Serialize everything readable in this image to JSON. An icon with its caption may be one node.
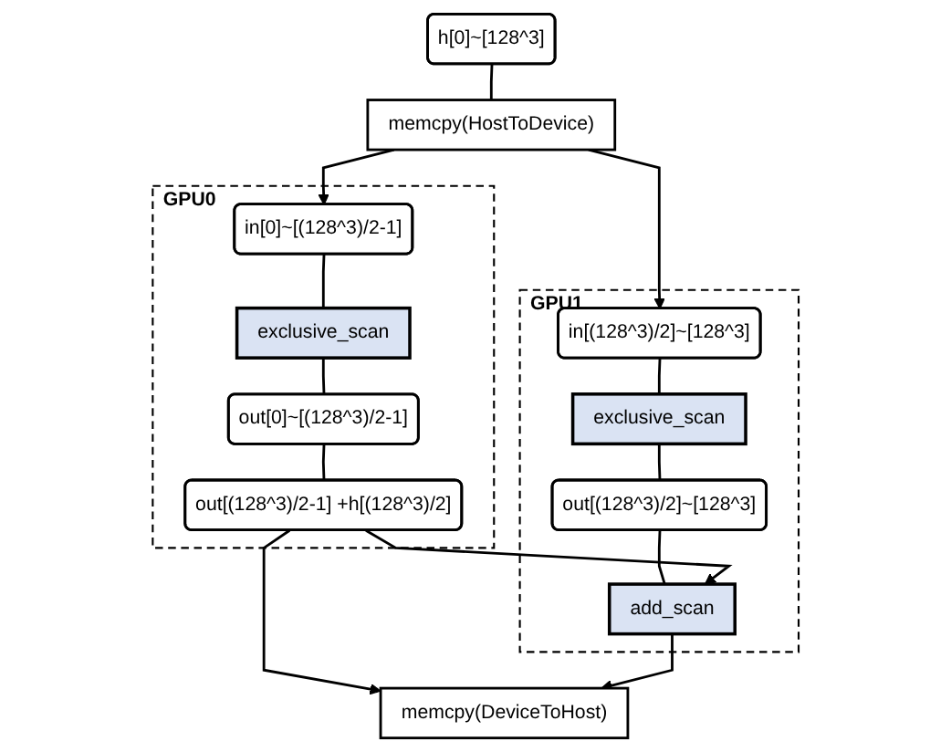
{
  "diagram": {
    "nodes": [
      {
        "text": [
          "h[0]~[128^3]"
        ]
      },
      {
        "text": [
          "memcpy(HostToDevice)"
        ]
      },
      {
        "text": [
          "GPU0"
        ]
      },
      {
        "text": [
          "in[0]~[(128^3)/2-1]"
        ],
        "in": 2
      },
      {
        "text": [
          "exclusive_scan"
        ],
        "in": 2
      },
      {
        "text": [
          "out[0]~[(128^3)/2-1]"
        ],
        "in": 2
      },
      {
        "text": [
          "out[(128^3)/2-1] +h[(128^3)/2]"
        ],
        "in": 2
      },
      {
        "text": [
          "GPU1"
        ]
      },
      {
        "text": [
          "in[(128^3)/2]~[128^3]"
        ],
        "in": 7
      },
      {
        "text": [
          "exclusive_scan"
        ],
        "in": 7
      },
      {
        "text": [
          "out[(128^3)/2]~[128^3]"
        ],
        "in": 7
      },
      {
        "text": [
          "add_scan"
        ],
        "in": 7
      },
      {
        "text": [
          "memcpy(DeviceToHost)"
        ]
      }
    ],
    "edges": [
      {
        "from": 0,
        "to": 1,
        "arrow": "none"
      },
      {
        "from": 1,
        "to": 3,
        "arrow": "to"
      },
      {
        "from": 1,
        "to": 8,
        "arrow": "to"
      },
      {
        "from": 3,
        "to": 4,
        "arrow": "none"
      },
      {
        "from": 4,
        "to": 5,
        "arrow": "none"
      },
      {
        "from": 5,
        "to": 6,
        "arrow": "none"
      },
      {
        "from": 8,
        "to": 9,
        "arrow": "none"
      },
      {
        "from": 9,
        "to": 10,
        "arrow": "none"
      },
      {
        "from": 10,
        "to": 11,
        "arrow": "none"
      },
      {
        "from": 6,
        "to": 11,
        "arrow": "to"
      },
      {
        "from": 6,
        "to": 12,
        "arrow": "to"
      },
      {
        "from": 11,
        "to": 12,
        "arrow": "to"
      }
    ]
  }
}
